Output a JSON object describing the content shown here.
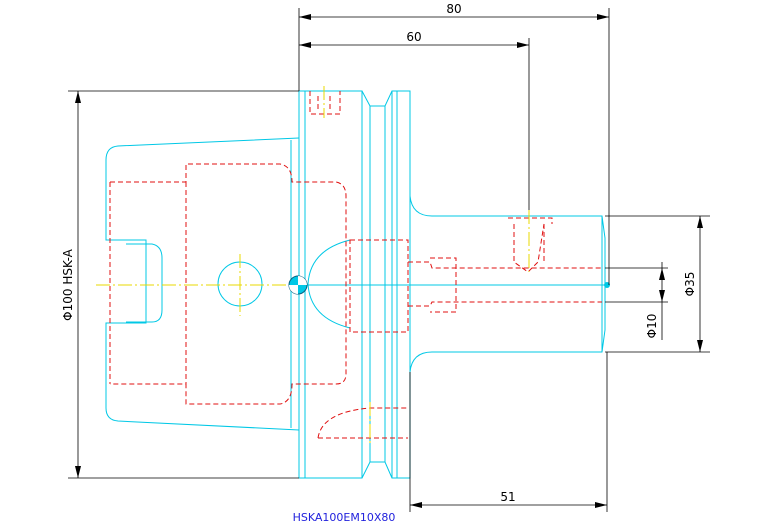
{
  "dimensions": {
    "overall_length": "80",
    "gauge_length": "60",
    "shank_length": "51",
    "flange_diameter": "Φ100 HSK-A",
    "body_diameter": "Φ35",
    "bore_diameter": "Φ10"
  },
  "caption": "HSKA100EM10X80",
  "colors": {
    "outline": "#00c8e6",
    "hidden": "#e01010",
    "centerline": "#e8d800",
    "dimension": "#000000",
    "caption": "#2222dd"
  }
}
